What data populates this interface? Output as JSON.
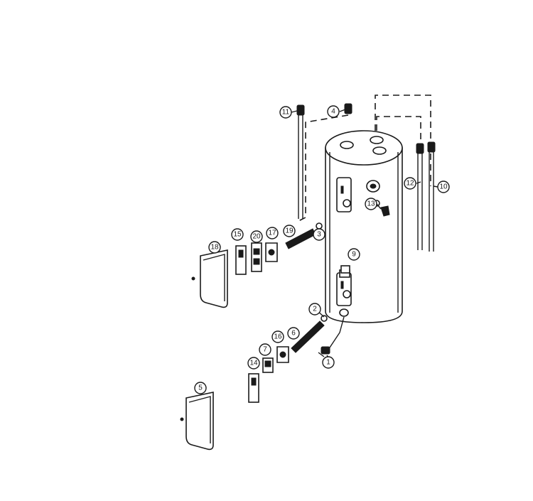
{
  "callouts": [
    {
      "id": "1",
      "label": "1"
    },
    {
      "id": "2",
      "label": "2"
    },
    {
      "id": "3",
      "label": "3"
    },
    {
      "id": "4",
      "label": "4"
    },
    {
      "id": "5",
      "label": "5"
    },
    {
      "id": "6",
      "label": "6"
    },
    {
      "id": "7",
      "label": "7"
    },
    {
      "id": "9",
      "label": "9"
    },
    {
      "id": "10",
      "label": "10"
    },
    {
      "id": "11",
      "label": "11"
    },
    {
      "id": "12",
      "label": "12"
    },
    {
      "id": "13",
      "label": "13"
    },
    {
      "id": "14",
      "label": "14"
    },
    {
      "id": "15",
      "label": "15"
    },
    {
      "id": "16",
      "label": "16"
    },
    {
      "id": "17",
      "label": "17"
    },
    {
      "id": "18",
      "label": "18"
    },
    {
      "id": "19",
      "label": "19"
    },
    {
      "id": "20",
      "label": "20"
    }
  ]
}
